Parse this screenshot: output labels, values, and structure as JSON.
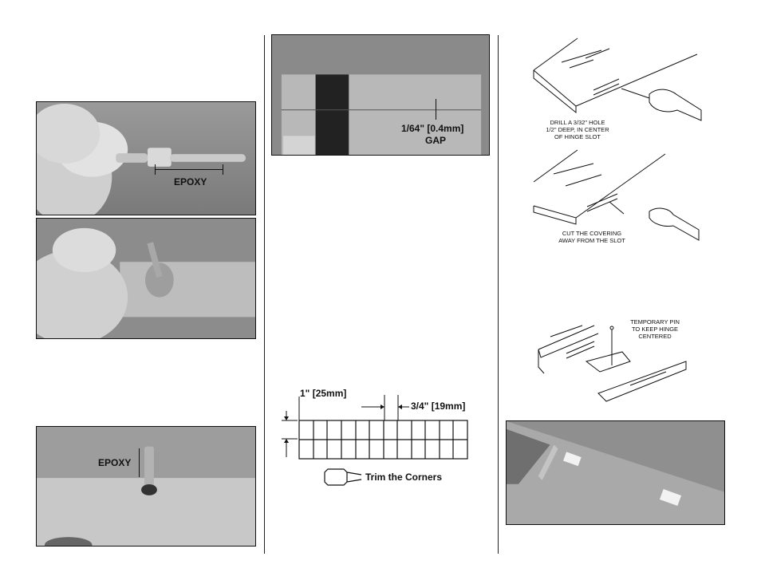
{
  "photos": {
    "epoxy_hinge": {
      "label": "EPOXY"
    },
    "hinge_insert": {},
    "hinge_gap": {
      "label_line1": "1/64\" [0.4mm]",
      "label_line2": "GAP"
    },
    "epoxy_closeup": {
      "label": "EPOXY"
    },
    "pinned_hinges": {}
  },
  "hinge_template": {
    "dim_one": "1\" [25mm]",
    "dim_two": "3/4\" [19mm]",
    "trim_label": "Trim the Corners",
    "columns": 12
  },
  "drawings": {
    "drill": {
      "caption_lines": [
        "DRILL A 3/32\" HOLE",
        "1/2\" DEEP, IN CENTER",
        "OF HINGE SLOT"
      ]
    },
    "cut": {
      "caption_lines": [
        "CUT THE COVERING",
        "AWAY FROM THE SLOT"
      ]
    },
    "pin": {
      "caption_lines": [
        "TEMPORARY PIN",
        "TO KEEP HINGE",
        "CENTERED"
      ]
    }
  }
}
